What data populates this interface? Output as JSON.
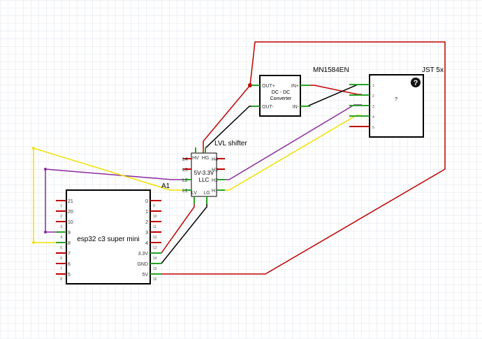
{
  "labels": {
    "mcu_name": "esp32 c3 super mini",
    "mcu_ref": "A1",
    "shifter_title": "LVL shifter",
    "shifter_name_l1": "5V-3.3V",
    "shifter_name_l2": "LLC",
    "dcdc_title": "MN1584EN",
    "dcdc_name_l1": "DC - DC",
    "dcdc_name_l2": "Converter",
    "jst_title": "JST 5x",
    "jst_center": "?",
    "unknown_icon_glyph": "?"
  },
  "mcu": {
    "left_pins": [
      {
        "label": "21",
        "num": "1"
      },
      {
        "label": "20",
        "num": "2"
      },
      {
        "label": "10",
        "num": "3"
      },
      {
        "label": "9",
        "num": "4"
      },
      {
        "label": "8",
        "num": "5"
      },
      {
        "label": "7",
        "num": "6"
      },
      {
        "label": "6",
        "num": "7"
      },
      {
        "label": "5",
        "num": "8"
      }
    ],
    "right_pins": [
      {
        "label": "0",
        "num": "9"
      },
      {
        "label": "1",
        "num": "10"
      },
      {
        "label": "2",
        "num": "11"
      },
      {
        "label": "3",
        "num": "12"
      },
      {
        "label": "4",
        "num": "13"
      },
      {
        "label": "3.3V",
        "num": "14"
      },
      {
        "label": "GND",
        "num": "15"
      },
      {
        "label": "5V",
        "num": "16"
      }
    ]
  },
  "shifter": {
    "top_pins": [
      "HV",
      "HG"
    ],
    "bottom_pins": [
      "LV",
      "LG"
    ],
    "left_pins": [
      "L4",
      "L3",
      "L2",
      "L1"
    ],
    "right_pins": [
      "H4",
      "H3",
      "H2",
      "H1"
    ]
  },
  "dcdc": {
    "left_pins": [
      "OUT+",
      "OUT-"
    ],
    "right_pins": [
      "IN+",
      "IN-"
    ]
  },
  "jst": {
    "pins": [
      "1",
      "2",
      "3",
      "4",
      "5"
    ]
  },
  "colors": {
    "wire_red": "#c00000",
    "wire_black": "#000000",
    "wire_purple": "#8b2c9c",
    "wire_yellow": "#f0e000",
    "pin_connected": "#27a327",
    "pin_unconnected": "#c00000"
  }
}
